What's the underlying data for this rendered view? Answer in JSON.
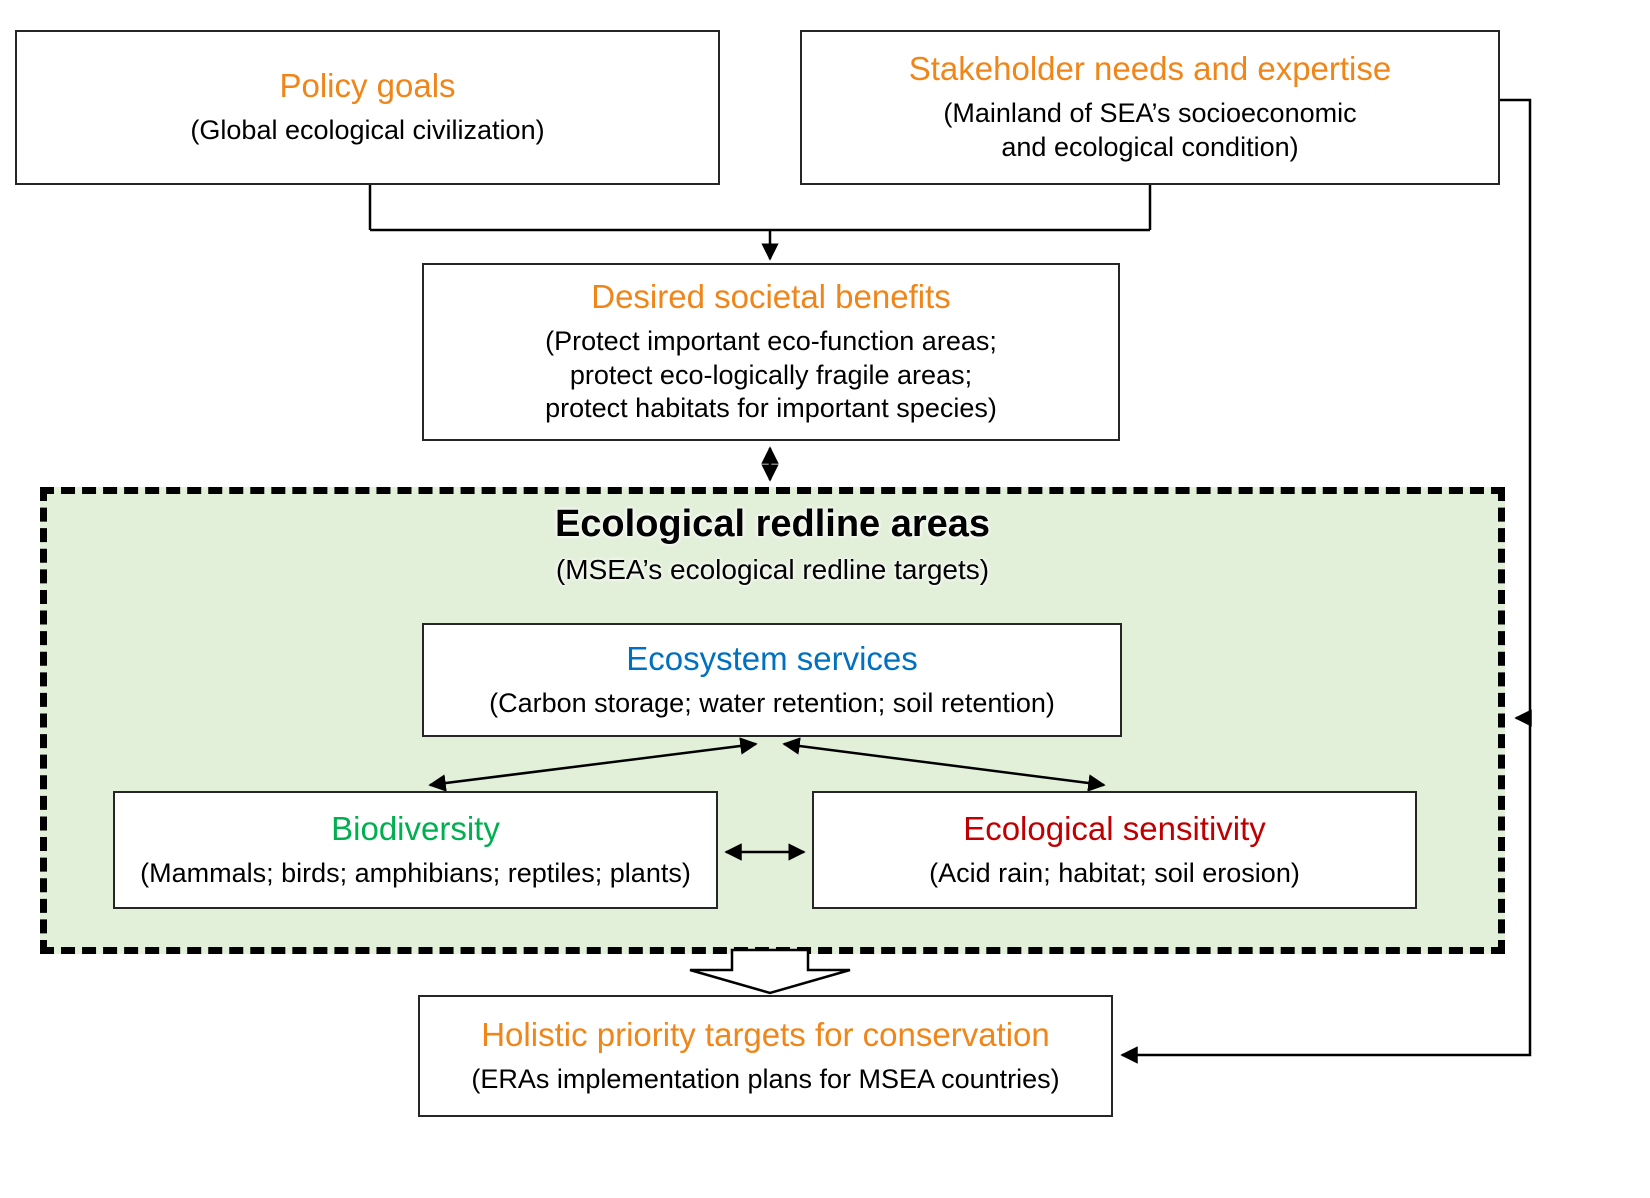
{
  "colors": {
    "orange": "#F0861A",
    "blue": "#0070C0",
    "green": "#00B050",
    "dark_red": "#C00000",
    "region_bg": "#E2EFD9"
  },
  "boxes": {
    "policy_goals": {
      "title": "Policy goals",
      "subtitle": "(Global ecological civilization)"
    },
    "stakeholder": {
      "title": "Stakeholder needs and expertise",
      "subtitle": "(Mainland of SEA’s socioeconomic\nand ecological condition)"
    },
    "desired_benefits": {
      "title": "Desired societal benefits",
      "subtitle": "(Protect important eco-function areas;\nprotect eco-logically fragile areas;\nprotect habitats for important species)"
    },
    "redline_region": {
      "title": "Ecological redline areas",
      "subtitle": "(MSEA’s ecological redline targets)"
    },
    "ecosystem_services": {
      "title": "Ecosystem services",
      "subtitle": "(Carbon storage; water retention; soil retention)"
    },
    "biodiversity": {
      "title": "Biodiversity",
      "subtitle": "(Mammals; birds; amphibians; reptiles; plants)"
    },
    "ecological_sensitivity": {
      "title": "Ecological sensitivity",
      "subtitle": "(Acid rain; habitat; soil erosion)"
    },
    "holistic_targets": {
      "title": "Holistic priority targets for conservation",
      "subtitle": "(ERAs implementation plans for MSEA countries)"
    }
  }
}
